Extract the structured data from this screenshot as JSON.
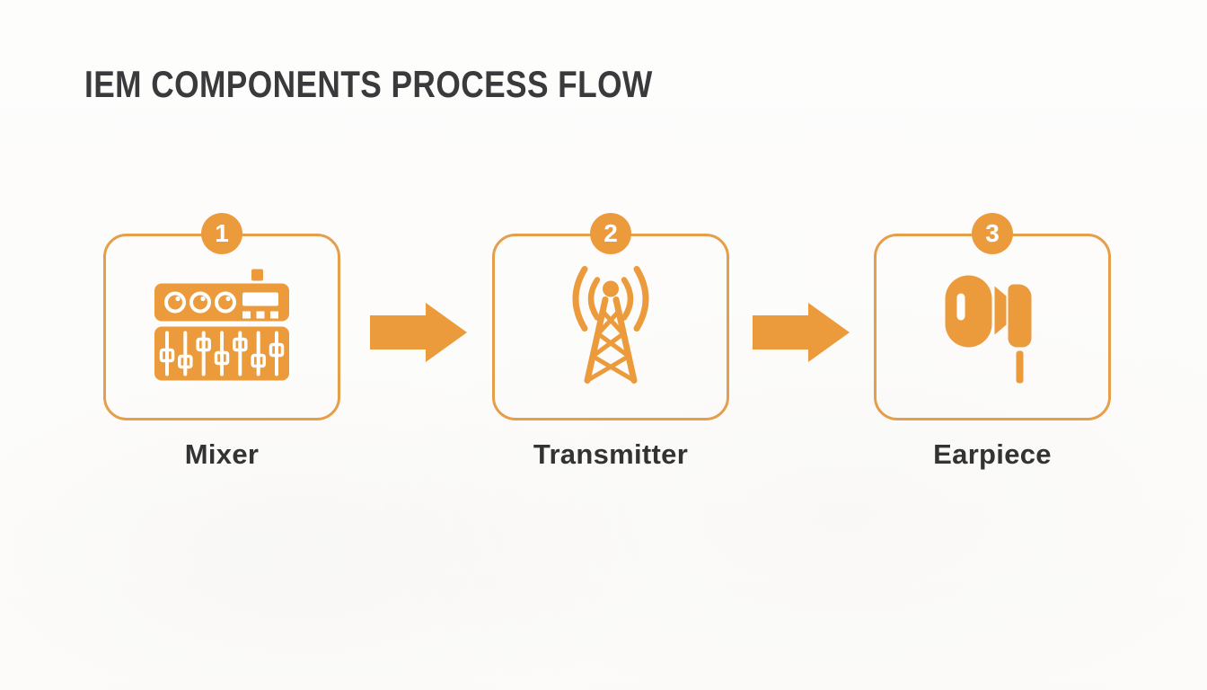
{
  "title": "IEM COMPONENTS PROCESS FLOW",
  "colors": {
    "accent": "#EC9B3C",
    "card_border": "#E59E49",
    "title_text": "#3A3A3C",
    "label_text": "#333333",
    "badge_text": "#FFFFFF",
    "background": "#FCFBF9"
  },
  "steps": [
    {
      "number": "1",
      "label": "Mixer",
      "icon": "mixer-icon"
    },
    {
      "number": "2",
      "label": "Transmitter",
      "icon": "transmitter-icon"
    },
    {
      "number": "3",
      "label": "Earpiece",
      "icon": "earpiece-icon"
    }
  ],
  "connectors": [
    {
      "icon": "arrow-right-icon",
      "direction": "right"
    },
    {
      "icon": "arrow-right-icon",
      "direction": "right"
    }
  ]
}
